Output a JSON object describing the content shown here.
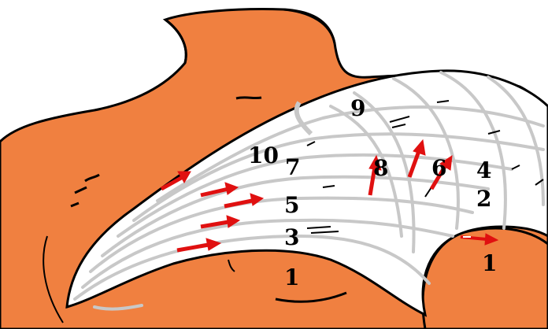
{
  "colors": {
    "skin": "#f08040",
    "bandage": "#ffffff",
    "bandage_texture": "#c8c8c8",
    "outline": "#000000",
    "arrow": "#e01010"
  },
  "labels": {
    "n1_chest": "1",
    "n1_arm": "1",
    "n2": "2",
    "n3": "3",
    "n4": "4",
    "n5": "5",
    "n6": "6",
    "n7": "7",
    "n8": "8",
    "n9": "9",
    "n10": "10"
  }
}
